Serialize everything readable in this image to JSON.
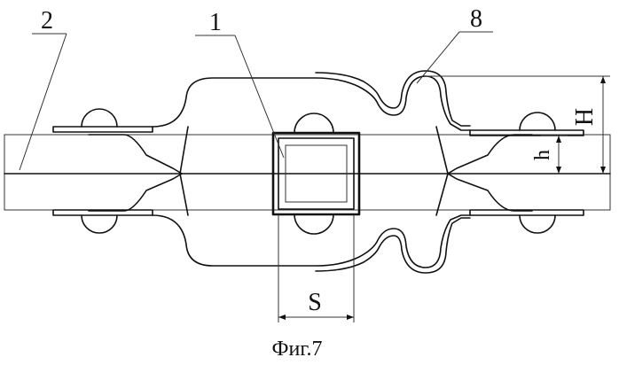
{
  "diagram": {
    "labels": {
      "part_1": "1",
      "part_2": "2",
      "part_8": "8",
      "dim_s": "S",
      "dim_h_small": "h",
      "dim_h_large": "H"
    },
    "caption": "Фиг.7"
  }
}
